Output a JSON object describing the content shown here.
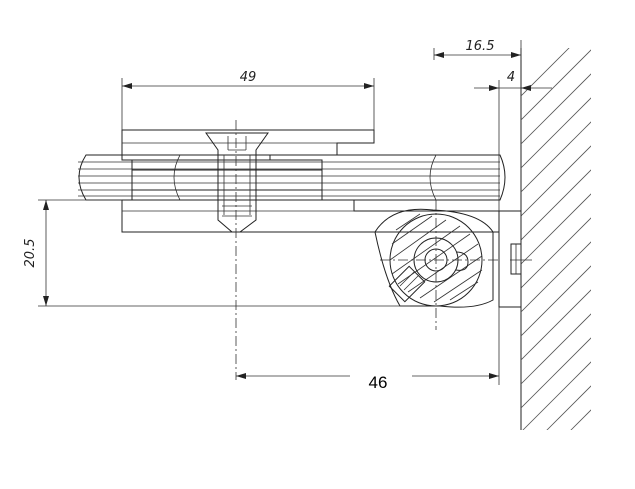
{
  "dimensions": {
    "top_width": "49",
    "offset_top": "16.5",
    "wall_gap": "4",
    "height": "20.5",
    "center_to_wall": "46"
  }
}
